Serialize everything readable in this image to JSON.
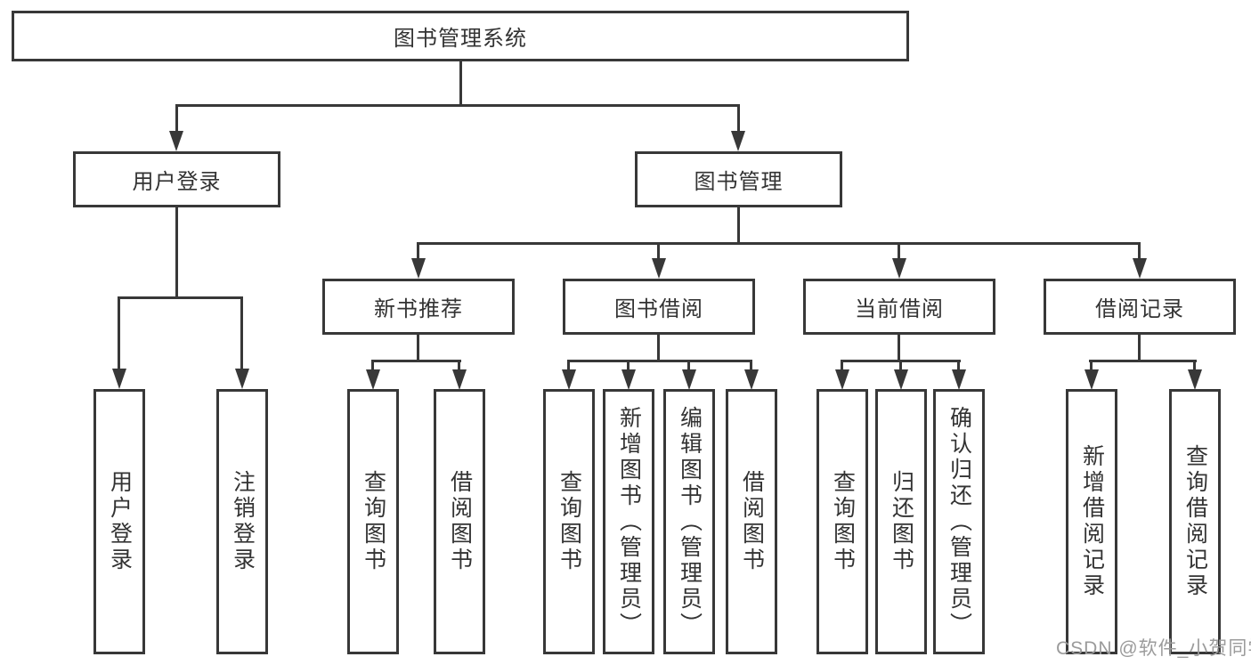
{
  "diagram": {
    "root_label": "图书管理系统",
    "level2": {
      "login": "用户登录",
      "books": "图书管理"
    },
    "level3": {
      "new_books": "新书推荐",
      "book_borrow": "图书借阅",
      "current_borrow": "当前借阅",
      "borrow_records": "借阅记录"
    },
    "leaves": {
      "login": [
        "用户登录",
        "注销登录"
      ],
      "new_books": [
        "查询图书",
        "借阅图书"
      ],
      "book_borrow": [
        "查询图书",
        "新增图书（管理员）",
        "编辑图书（管理员）",
        "借阅图书"
      ],
      "current_borrow": [
        "查询图书",
        "归还图书",
        "确认归还（管理员）"
      ],
      "borrow_records": [
        "新增借阅记录",
        "查询借阅记录"
      ]
    },
    "watermark": "CSDN @软件_小贺同学",
    "colors": {
      "line": "#383838",
      "text": "#333333",
      "watermark": "#9b9b9b",
      "background": "#ffffff"
    }
  }
}
